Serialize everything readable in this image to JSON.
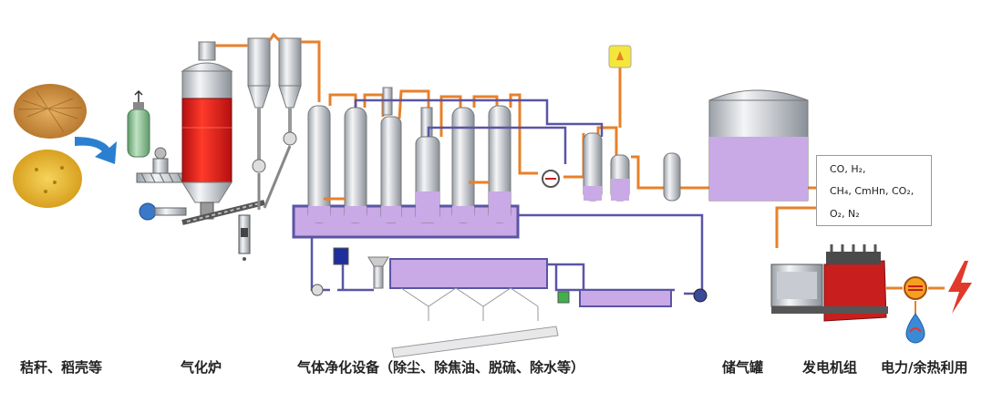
{
  "labels": {
    "feedstock": "秸秆、稻壳等",
    "gasifier": "气化炉",
    "purification": "气体净化设备（除尘、除焦油、脱硫、除水等）",
    "storage": "储气罐",
    "generator": "发电机组",
    "utilization": "电力/余热利用"
  },
  "gas_composition": {
    "line1": "CO, H₂,",
    "line2": "CH₄, CmHn, CO₂,",
    "line3": "O₂, N₂"
  },
  "colors": {
    "pipe_orange": "#e8802a",
    "pipe_purple": "#5a55a5",
    "liquid": "#c9a9e6",
    "vessel": "#e4e6ea",
    "furnace_red": "#e02020",
    "generator_red": "#c81e1e",
    "indicator_yellow": "#f5e63a",
    "arrow_blue": "#2a7fd0"
  }
}
